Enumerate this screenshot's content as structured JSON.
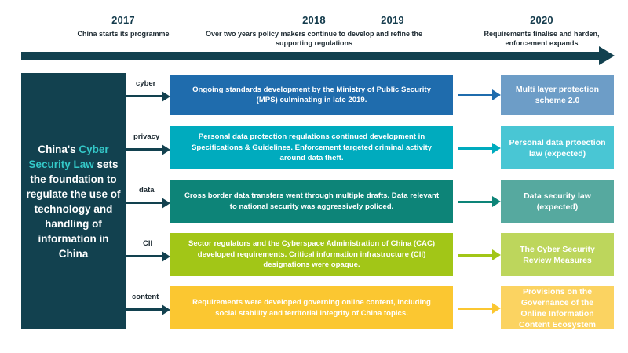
{
  "timeline": {
    "axis_color": "#12414f",
    "markers": [
      {
        "year": "2017",
        "description": "China starts its programme"
      },
      {
        "year": "2018",
        "description": "Over two years policy makers continue to develop and refine the supporting regulations"
      },
      {
        "year": "2019",
        "description": ""
      },
      {
        "year": "2020",
        "description": "Requirements finalise and harden, enforcement expands"
      }
    ]
  },
  "hero": {
    "line1": "China's ",
    "accent": "Cyber Security Law",
    "line2": " sets the foundation to regulate the use of technology and handling of information in China",
    "background": "#12414f",
    "accent_color": "#34c8c8"
  },
  "rows": [
    {
      "tag": "cyber",
      "color": "#1f6cad",
      "right_color": "#6d9dc7",
      "middle_text": "Ongoing standards development by the Ministry of Public Security (MPS) culminating in late 2019.",
      "right_text": "Multi layer protection scheme 2.0"
    },
    {
      "tag": "privacy",
      "color": "#00abbe",
      "right_color": "#49c6d4",
      "middle_text": "Personal data protection regulations continued development in Specifications & Guidelines. Enforcement targeted criminal activity around data theft.",
      "right_text": "Personal data prtoection law (expected)"
    },
    {
      "tag": "data",
      "color": "#0d8478",
      "right_color": "#56a99f",
      "middle_text": "Cross border data transfers went through multiple drafts. Data relevant to national security was aggressively policed.",
      "right_text": "Data security law (expected)"
    },
    {
      "tag": "CII",
      "color": "#a2c617",
      "right_color": "#bdd65c",
      "middle_text": "Sector regulators and the Cyberspace Administration of China (CAC) developed requirements. Critical information infrastructure (CII) designations were opaque.",
      "right_text": "The Cyber Security Review Measures"
    },
    {
      "tag": "content",
      "color": "#fbc731",
      "right_color": "#fbd361",
      "middle_text": "Requirements were developed governing online content, including social stability and territorial integrity of China topics.",
      "right_text": "Provisions on the Governance of the Online Information Content Ecosystem"
    }
  ]
}
